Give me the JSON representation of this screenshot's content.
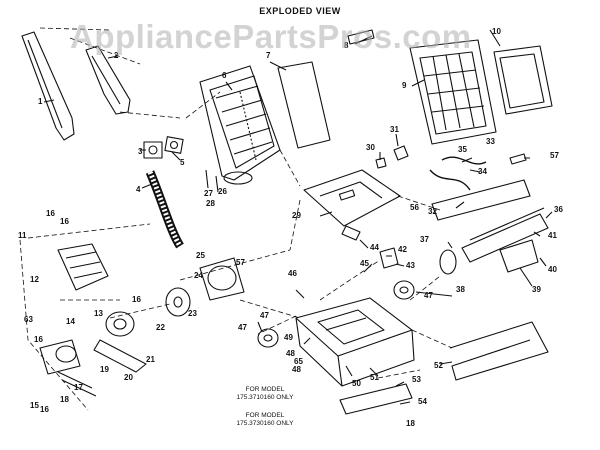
{
  "diagram": {
    "title": "EXPLODED VIEW",
    "watermark": "AppliancePartsPros.com",
    "notes": [
      {
        "line1": "FOR MODEL",
        "line2": "175.3710160 ONLY"
      },
      {
        "line1": "FOR MODEL",
        "line2": "175.3730160 ONLY"
      }
    ],
    "callouts": [
      "1",
      "2",
      "3",
      "4",
      "5",
      "6",
      "7",
      "8",
      "9",
      "10",
      "11",
      "12",
      "13",
      "14",
      "15",
      "16",
      "16",
      "16",
      "16",
      "16",
      "17",
      "18",
      "18",
      "19",
      "20",
      "21",
      "22",
      "23",
      "24",
      "25",
      "26",
      "27",
      "28",
      "29",
      "30",
      "31",
      "32",
      "33",
      "34",
      "35",
      "36",
      "37",
      "38",
      "39",
      "40",
      "41",
      "42",
      "43",
      "44",
      "45",
      "46",
      "47",
      "47",
      "47",
      "48",
      "48",
      "49",
      "50",
      "51",
      "52",
      "53",
      "54",
      "56",
      "57",
      "57",
      "63",
      "65"
    ]
  },
  "colors": {
    "ink": "#111111",
    "paper": "#ffffff",
    "watermark": "#afafaf"
  }
}
